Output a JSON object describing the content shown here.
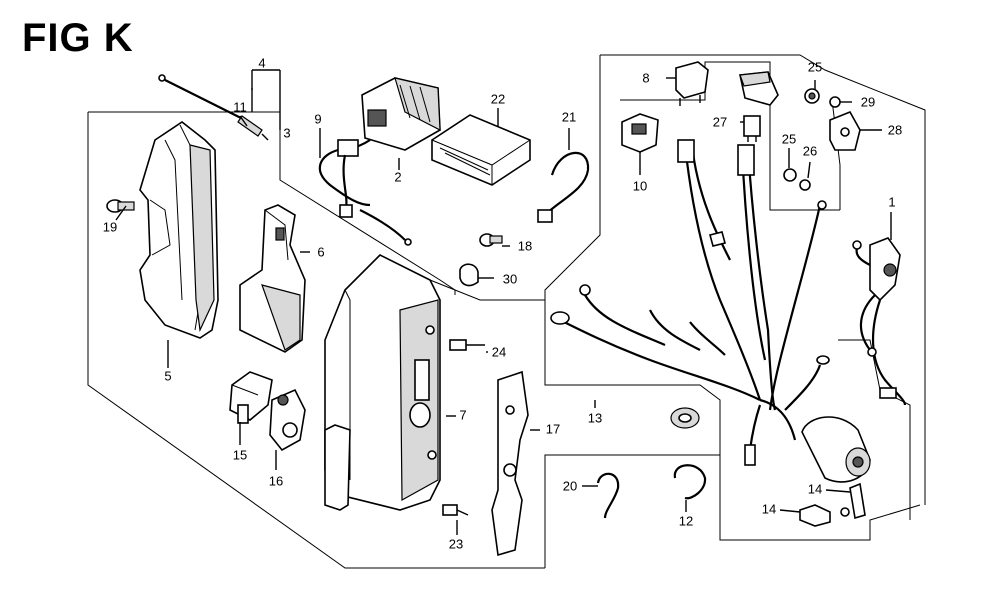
{
  "figure": {
    "title": "FIG K"
  },
  "callouts": {
    "c1": "1",
    "c2": "2",
    "c3": "3",
    "c4": "4",
    "c5": "5",
    "c6": "6",
    "c7": "7",
    "c8": "8",
    "c9": "9",
    "c10": "10",
    "c11": "11",
    "c12": "12",
    "c13": "13",
    "c14a": "14",
    "c14b": "14",
    "c15": "15",
    "c16": "16",
    "c17": "17",
    "c18": "18",
    "c19": "19",
    "c20": "20",
    "c21": "21",
    "c22": "22",
    "c23": "23",
    "c24": "24",
    "c25a": "25",
    "c25b": "25",
    "c26": "26",
    "c27": "27",
    "c28": "28",
    "c29": "29",
    "c30": "30"
  }
}
